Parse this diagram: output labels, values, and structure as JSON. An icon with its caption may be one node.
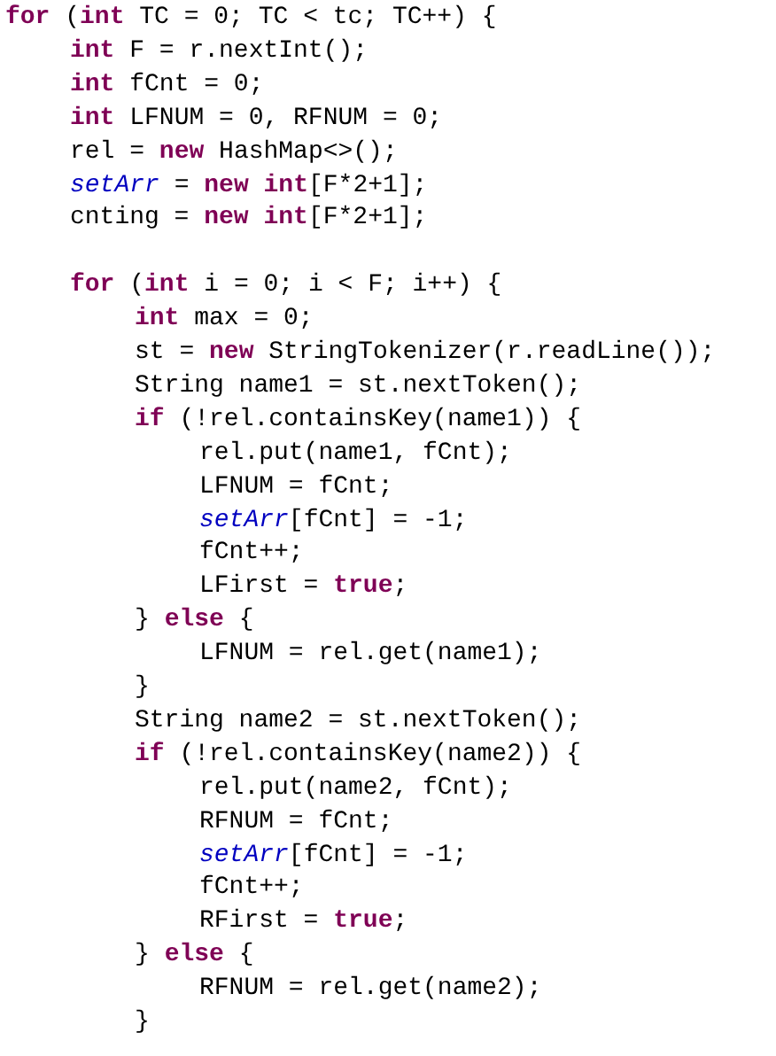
{
  "diagram": {
    "labels": [
      "**for** (**int** TC = 0; TC < tc; TC++) {",
      "**int** F = r.nextInt();",
      "**int** fCnt = 0;",
      "**int** LFNUM = 0, RFNUM = 0;",
      "rel = **new** HashMap<>();",
      "*setArr* = **new** **int**[F*2+1];",
      "cnting = **new** **int**[F*2+1];",
      "**for** (**int** i = 0; i < F; i++) {",
      "**int** max = 0;",
      "st = **new** StringTokenizer(r.readLine());",
      "String name1 = st.nextToken();",
      "**if** (!rel.containsKey(name1)) {",
      "rel.put(name1, fCnt);",
      "LFNUM = fCnt;",
      "*setArr*[fCnt] = -1;",
      "fCnt++;",
      "LFirst = **true**;",
      "} **else** {",
      "LFNUM = rel.get(name1);",
      "}",
      "String name2 = st.nextToken();",
      "**if** (!rel.containsKey(name2)) {",
      "rel.put(name2, fCnt);",
      "RFNUM = fCnt;",
      "*setArr*[fCnt] = -1;",
      "fCnt++;",
      "RFirst = **true**;",
      "} **else** {",
      "RFNUM = rel.get(name2);",
      "}"
    ]
  }
}
